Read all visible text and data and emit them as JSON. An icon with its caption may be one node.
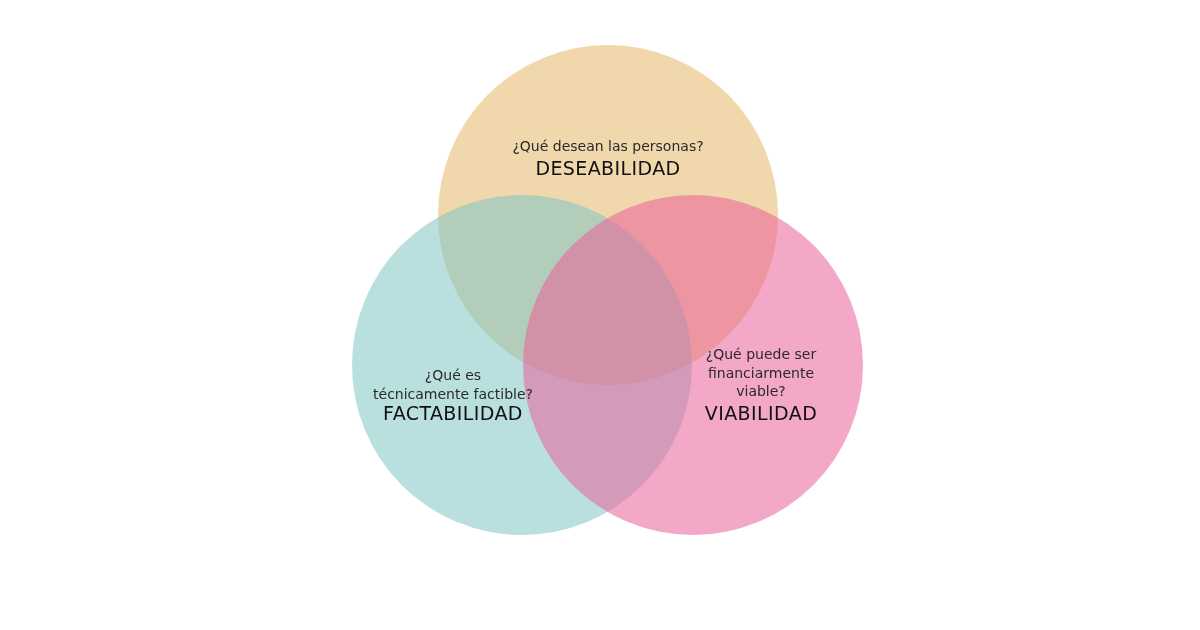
{
  "diagram": {
    "nodes": [
      {
        "text": [
          "¿Qué desean las personas?",
          "DESEABILIDAD"
        ]
      },
      {
        "text": [
          "¿Qué es técnicamente factible?",
          "FACTABILIDAD"
        ]
      },
      {
        "text": [
          "¿Qué puede ser financiarmente viable?",
          "VIABILIDAD"
        ]
      }
    ]
  }
}
